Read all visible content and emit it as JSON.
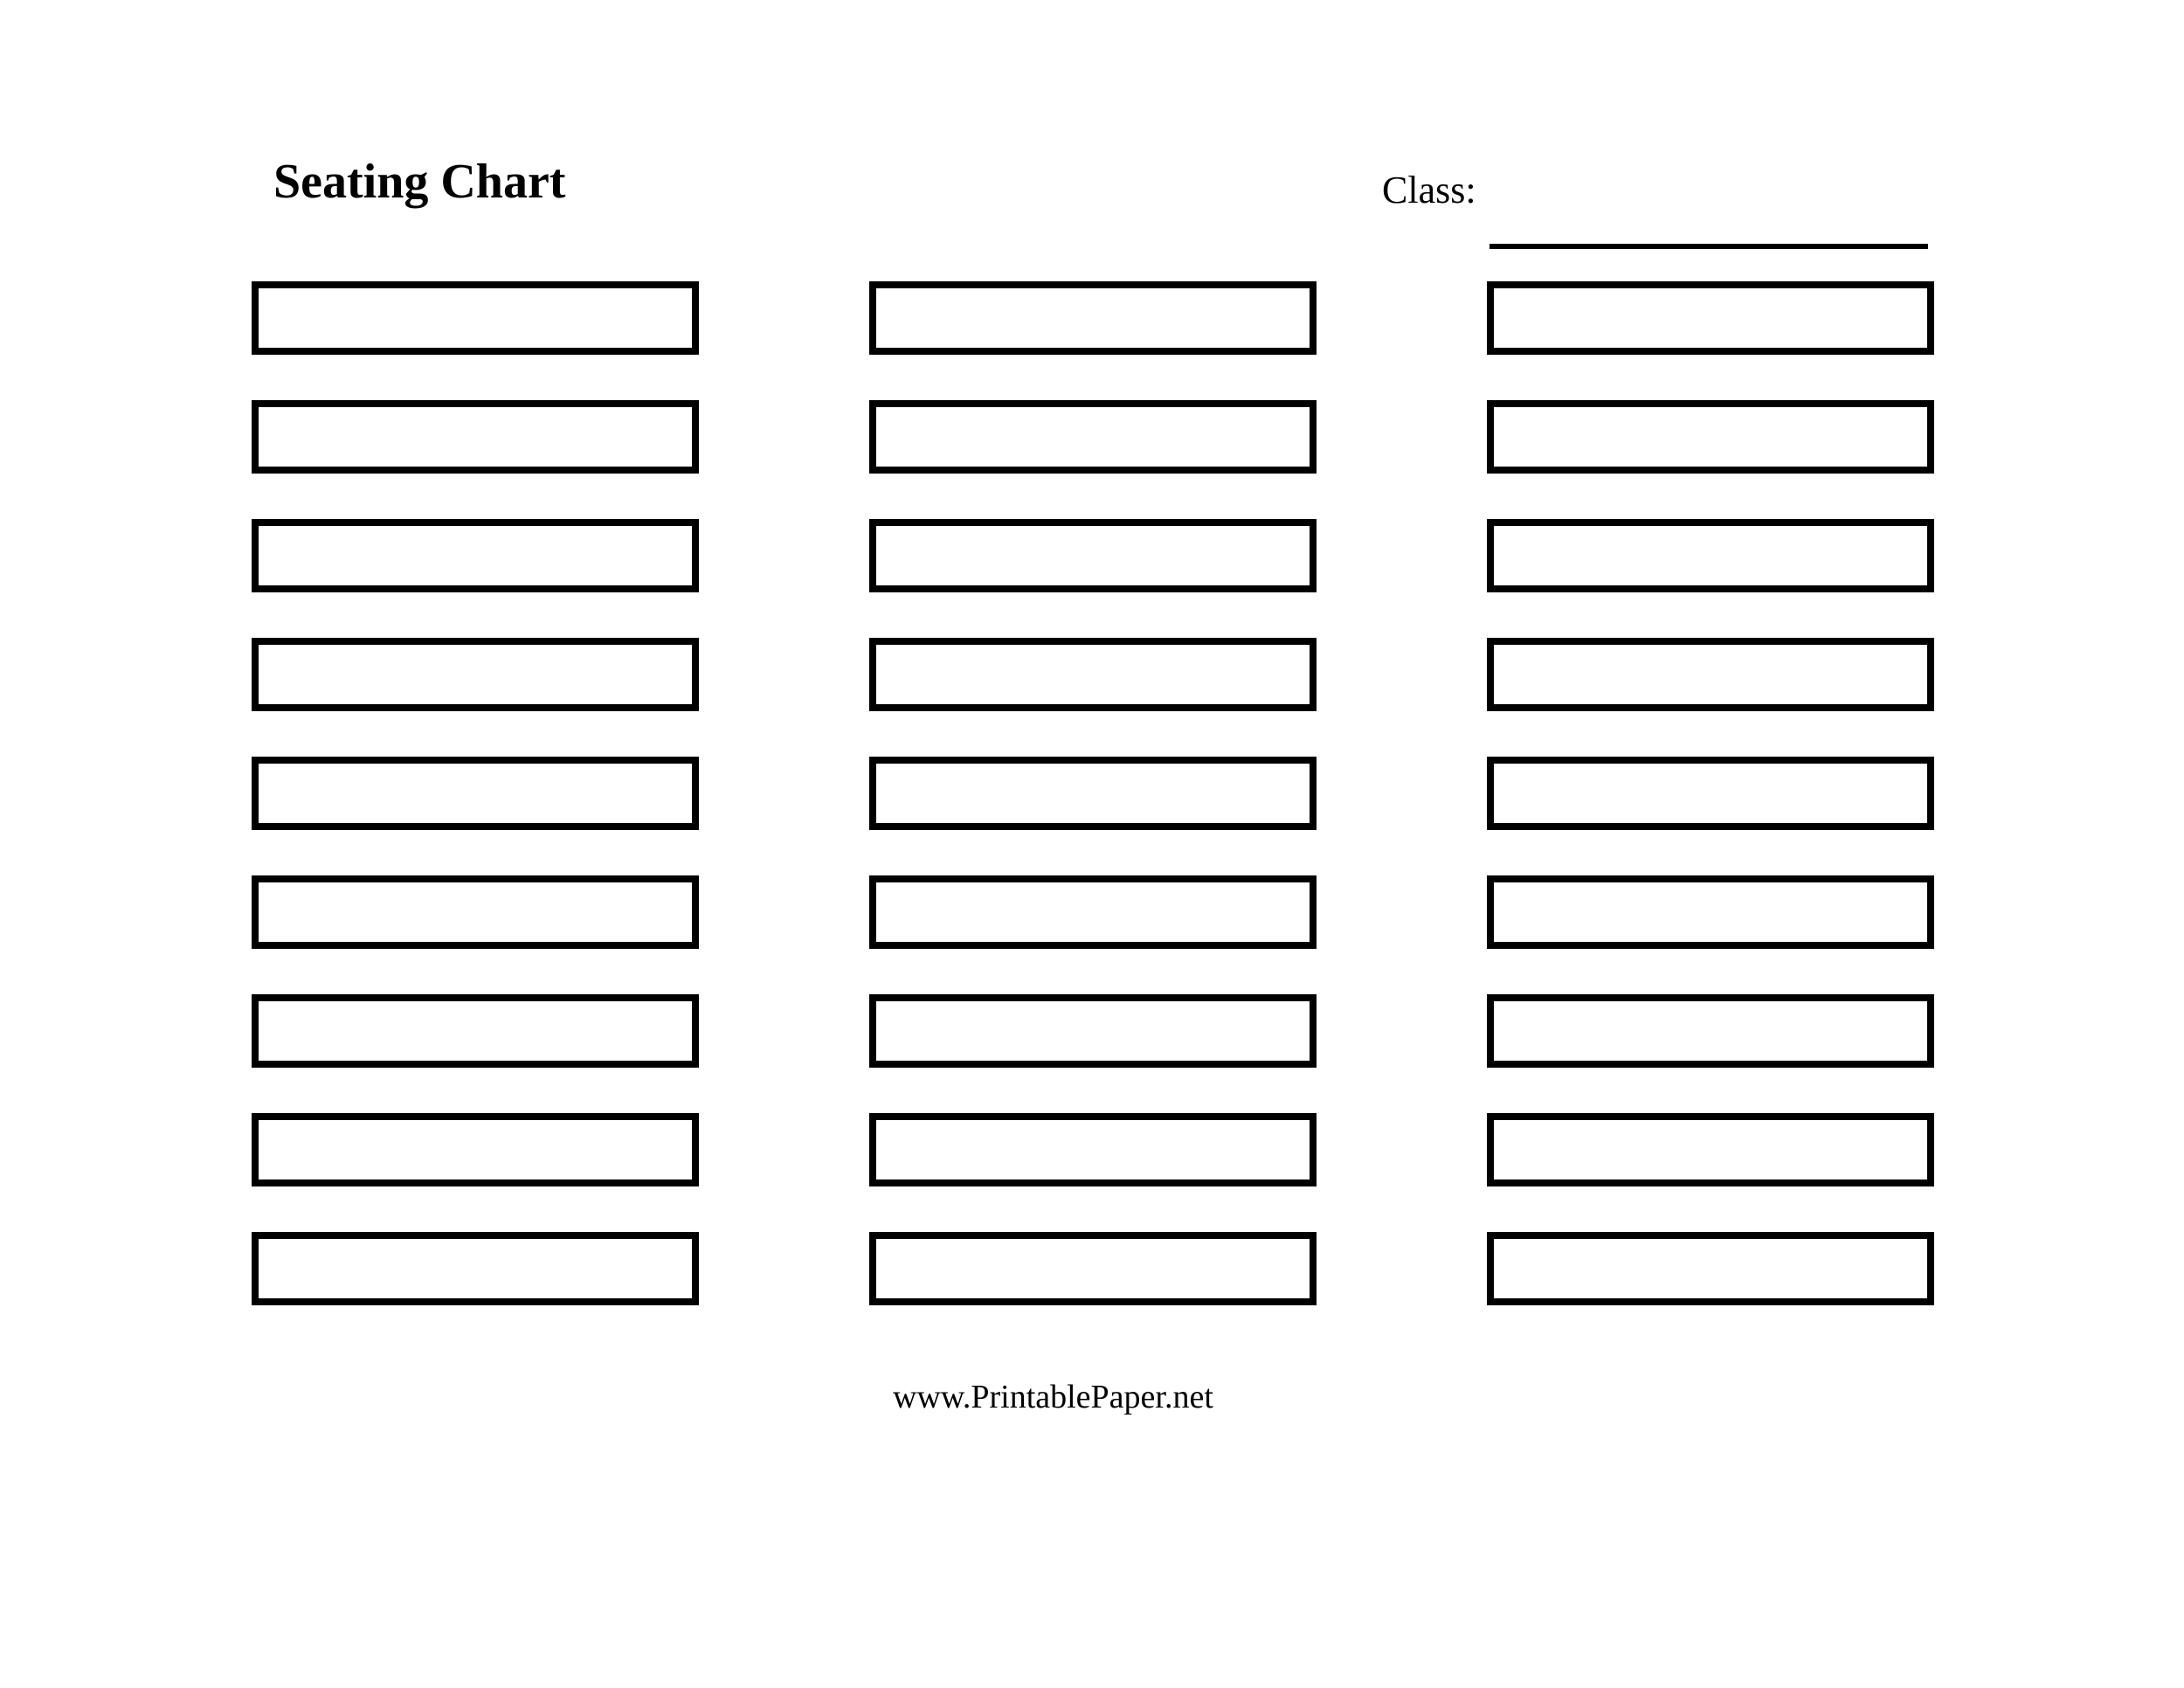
{
  "page": {
    "title": "Seating Chart",
    "class_field": {
      "label": "Class:",
      "value": ""
    },
    "grid": {
      "rows": 9,
      "columns": 3,
      "seat_count": 27,
      "seats": [
        "",
        "",
        "",
        "",
        "",
        "",
        "",
        "",
        "",
        "",
        "",
        "",
        "",
        "",
        "",
        "",
        "",
        "",
        "",
        "",
        "",
        "",
        "",
        "",
        "",
        "",
        ""
      ]
    },
    "footer": {
      "website": "www.PrintablePaper.net"
    }
  },
  "colors": {
    "ink": "#000000",
    "paper": "#ffffff"
  }
}
